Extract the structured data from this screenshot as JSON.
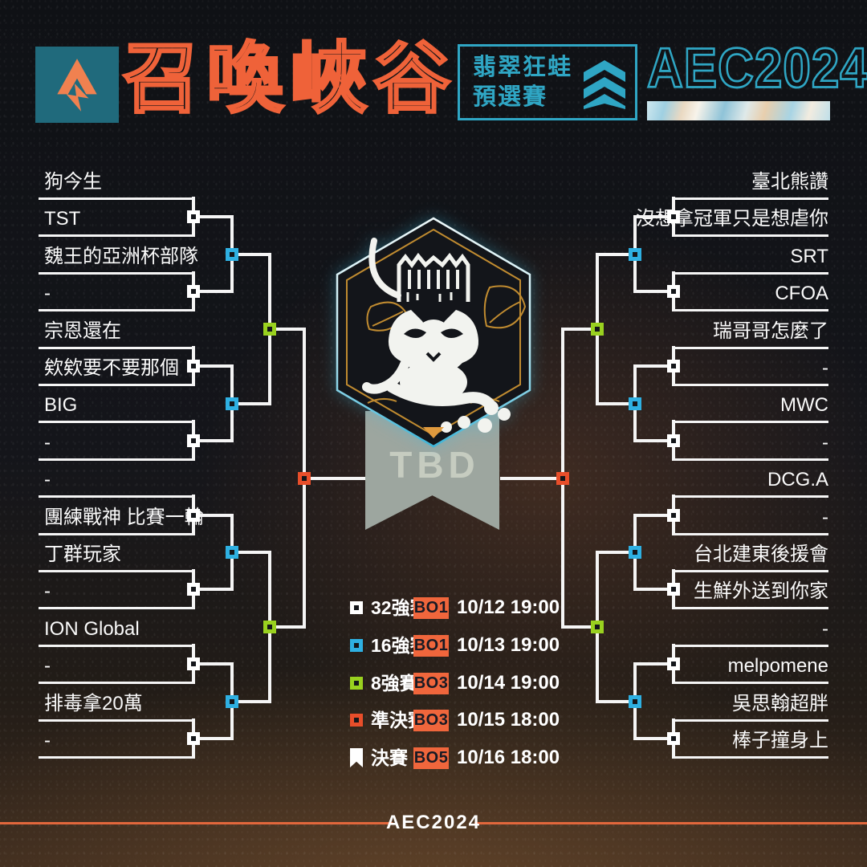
{
  "header": {
    "logo_icon": "mountain-arrow-icon",
    "title": "召喚峽谷",
    "qualifier": {
      "line1": "翡翠狂蛙",
      "line2": "預選賽"
    },
    "chevrons_icon": "triple-chevron-up-icon",
    "event": "AEC2024"
  },
  "bracket": {
    "tbd_label": "TBD",
    "left_teams": [
      "狗今生",
      "TST",
      "魏王的亞洲杯部隊",
      "-",
      "宗恩還在",
      "欸欸要不要那個",
      "BIG",
      "-",
      "-",
      "團練戰神 比賽一輪",
      "丁群玩家",
      "-",
      "ION Global",
      "-",
      "排毒拿20萬",
      "-"
    ],
    "right_teams": [
      "臺北熊讚",
      "沒想拿冠軍只是想虐你",
      "SRT",
      "CFOA",
      "瑞哥哥怎麼了",
      "-",
      "MWC",
      "-",
      "DCG.A",
      "-",
      "台北建東後援會",
      "生鮮外送到你家",
      "-",
      "melpomene",
      "吳思翰超胖",
      "棒子撞身上"
    ]
  },
  "legend": {
    "rows": [
      {
        "icon": "square-white",
        "label": "32強賽",
        "bo": "BO1",
        "datetime": "10/12  19:00"
      },
      {
        "icon": "square-blue",
        "label": "16強賽",
        "bo": "BO1",
        "datetime": "10/13  19:00"
      },
      {
        "icon": "square-green",
        "label": "8強賽",
        "bo": "BO3",
        "datetime": "10/14  19:00"
      },
      {
        "icon": "square-orange",
        "label": "準決賽",
        "bo": "BO3",
        "datetime": "10/15  18:00"
      },
      {
        "icon": "flag",
        "label": "決賽",
        "bo": "BO5",
        "datetime": "10/16  18:00"
      }
    ]
  },
  "footer": {
    "label": "AEC2024"
  },
  "colors": {
    "accent_orange": "#ef6239",
    "teal": "#2fa6c4",
    "line": "#f5f5f5",
    "node_white": "#ffffff",
    "node_blue": "#2eb0e2",
    "node_green": "#99d11f",
    "node_red": "#e84e2a",
    "badge_bg": "#f0663c",
    "ribbon": "#9da69f"
  }
}
